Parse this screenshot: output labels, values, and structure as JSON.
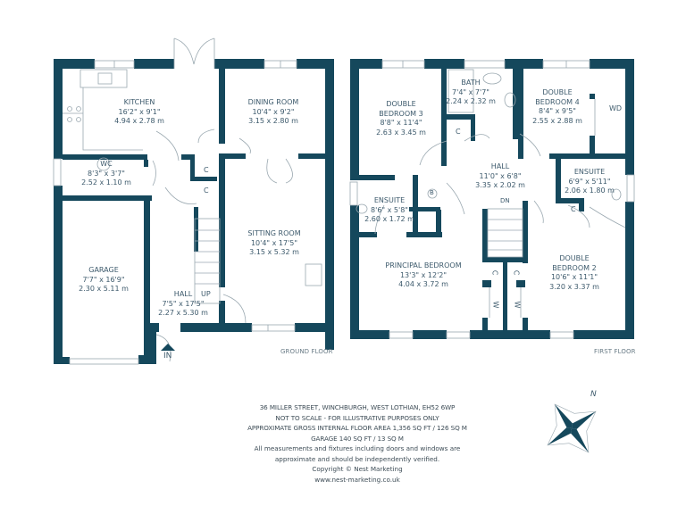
{
  "colors": {
    "wall": "#15485c",
    "fixture": "#9aa8b0",
    "text": "#3d5a6c",
    "background": "#ffffff"
  },
  "ground_floor": {
    "label": "GROUND FLOOR",
    "rooms": [
      {
        "name": "KITCHEN",
        "imperial": "16'2\" x 9'1\"",
        "metric": "4.94 x 2.78 m"
      },
      {
        "name": "DINING ROOM",
        "imperial": "10'4\" x 9'2\"",
        "metric": "3.15 x 2.80 m"
      },
      {
        "name": "WC",
        "imperial": "8'3\" x 3'7\"",
        "metric": "2.52 x 1.10 m"
      },
      {
        "name": "SITTING ROOM",
        "imperial": "10'4\" x 17'5\"",
        "metric": "3.15 x 5.32 m"
      },
      {
        "name": "GARAGE",
        "imperial": "7'7\" x 16'9\"",
        "metric": "2.30 x 5.11 m"
      },
      {
        "name": "HALL",
        "imperial": "7'5\" x 17'5\"",
        "metric": "2.27 x 5.30 m"
      }
    ],
    "markers": {
      "cupboard": "C",
      "stairs_up": "UP",
      "entrance": "IN"
    }
  },
  "first_floor": {
    "label": "FIRST FLOOR",
    "rooms": [
      {
        "name_line1": "DOUBLE",
        "name_line2": "BEDROOM 3",
        "imperial": "8'8\" x 11'4\"",
        "metric": "2.63 x 3.45 m"
      },
      {
        "name": "BATH",
        "imperial": "7'4\" x 7'7\"",
        "metric": "2.24 x 2.32 m"
      },
      {
        "name_line1": "DOUBLE",
        "name_line2": "BEDROOM 4",
        "imperial": "8'4\" x 9'5\"",
        "metric": "2.55 x 2.88 m"
      },
      {
        "name": "HALL",
        "imperial": "11'0\" x 6'8\"",
        "metric": "3.35 x 2.02 m"
      },
      {
        "name": "ENSUITE",
        "imperial": "6'9\" x 5'11\"",
        "metric": "2.06 x 1.80 m"
      },
      {
        "name": "ENSUITE",
        "imperial": "8'6\" x 5'8\"",
        "metric": "2.60 x 1.72 m"
      },
      {
        "name": "PRINCIPAL BEDROOM",
        "imperial": "13'3\" x 12'2\"",
        "metric": "4.04 x 3.72 m"
      },
      {
        "name_line1": "DOUBLE",
        "name_line2": "BEDROOM 2",
        "imperial": "10'6\" x 11'1\"",
        "metric": "3.20 x 3.37 m"
      }
    ],
    "markers": {
      "cupboard": "C",
      "wardrobe": "W",
      "wardrobe_wd": "WD",
      "boiler": "B",
      "stairs_down": "DN"
    }
  },
  "info": {
    "address": "36 MILLER STREET, WINCHBURGH, WEST LOTHIAN, EH52 6WP",
    "scale_note": "NOT TO SCALE - FOR ILLUSTRATIVE PURPOSES ONLY",
    "area": "APPROXIMATE GROSS INTERNAL FLOOR AREA 1,356 SQ FT / 126 SQ M",
    "garage_area": "GARAGE 140 SQ FT / 13 SQ M",
    "disclaimer_1": "All measurements and fixtures including doors and windows are",
    "disclaimer_2": "approximate and should be independently verified.",
    "copyright": "Copyright © Nest Marketing",
    "website": "www.nest-marketing.co.uk"
  },
  "compass": {
    "north_label": "N",
    "icon": "compass-rose-icon"
  }
}
